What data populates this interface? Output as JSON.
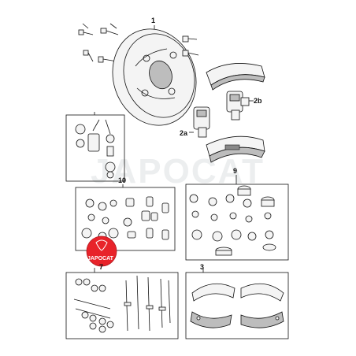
{
  "callouts": {
    "c1": "1",
    "c2a": "2a",
    "c2b": "2b",
    "c9": "9",
    "c10": "10",
    "c7": "7",
    "c3": "3"
  },
  "watermark": "JAPOCAT",
  "logo": {
    "text": "JAPOCAT",
    "color": "#e8232a"
  }
}
